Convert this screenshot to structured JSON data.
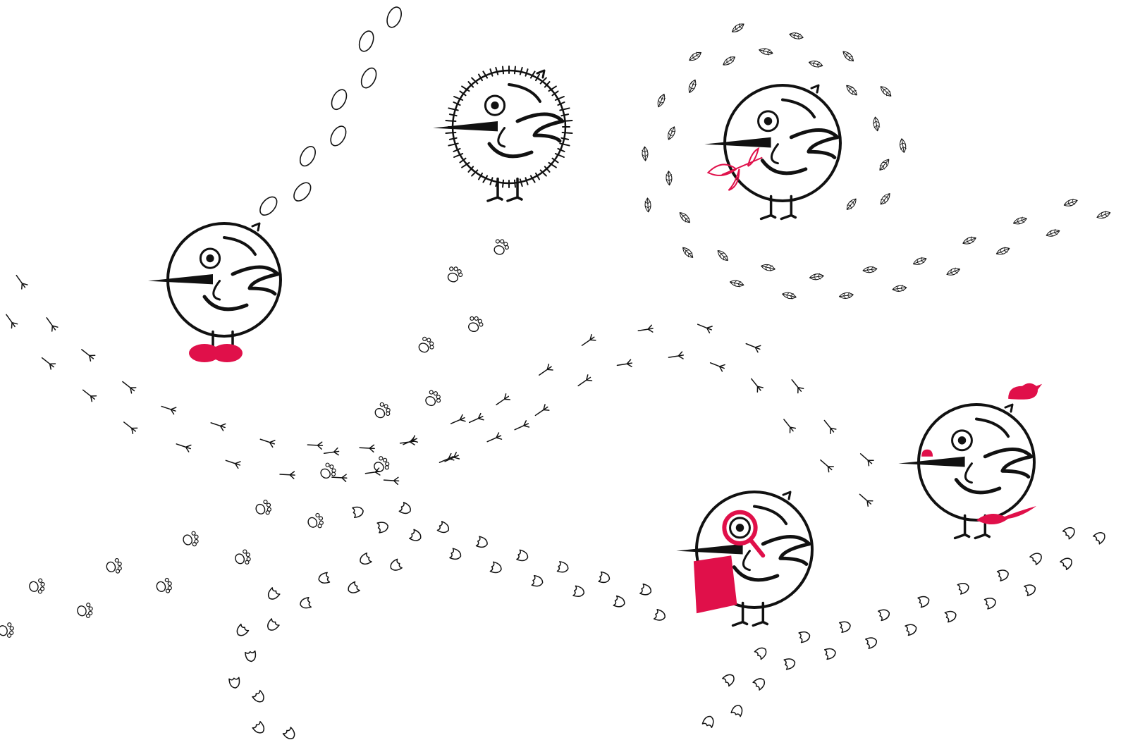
{
  "illustration": {
    "subject": "kiwi-birds-with-animal-tracks",
    "colors": {
      "ink": "#111111",
      "accent": "#e0104a",
      "background": "#ffffff"
    },
    "birds": [
      {
        "name": "bird-red-shoes",
        "icon": "kiwi-bird-icon"
      },
      {
        "name": "bird-fuzzy",
        "icon": "kiwi-bird-icon"
      },
      {
        "name": "bird-leaf",
        "icon": "kiwi-bird-icon"
      },
      {
        "name": "bird-magnifier-book",
        "icon": "kiwi-bird-icon"
      },
      {
        "name": "bird-small-friends",
        "icon": "kiwi-bird-icon"
      }
    ],
    "tracks": [
      "shoe-prints",
      "paw-prints",
      "bird-prints",
      "hoof-prints",
      "leaf-trail"
    ]
  }
}
